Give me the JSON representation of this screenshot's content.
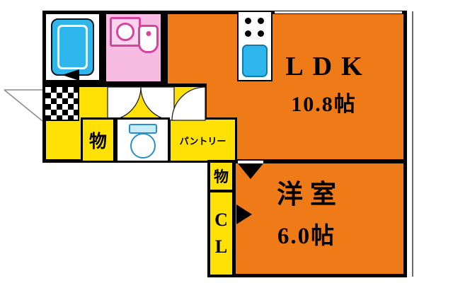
{
  "floor_plan": {
    "ldk": {
      "name": "LDK",
      "area": "10.8帖"
    },
    "bedroom": {
      "name": "洋室",
      "area": "6.0帖"
    },
    "hall_storage_label": "物",
    "bedroom_storage_label": "物",
    "closet_label_top": "C",
    "closet_label_bottom": "L",
    "pantry_label": "パントリー"
  },
  "colors": {
    "room_fill": "#EE7B17",
    "hall_fill": "#FFE105",
    "washroom_fill": "#F8BCE3",
    "water_fixture": "#2FB6EC",
    "sanitary_accent": "#D6449E",
    "wall": "#000000"
  },
  "icons": {
    "bathtub-icon": "blue rounded rectangle with inner white outline",
    "washing-machine-icon": "pink square with circular drum",
    "vanity-icon": "pink rounded basin with faucet dot",
    "stove-icon": "four black burner dots",
    "sink-icon": "blue rounded rectangle",
    "toilet-icon": "blue tank with white oval bowl",
    "door-swing-arc": "white quarter-circle fan",
    "entrance-checker": "black and white checkerboard"
  }
}
